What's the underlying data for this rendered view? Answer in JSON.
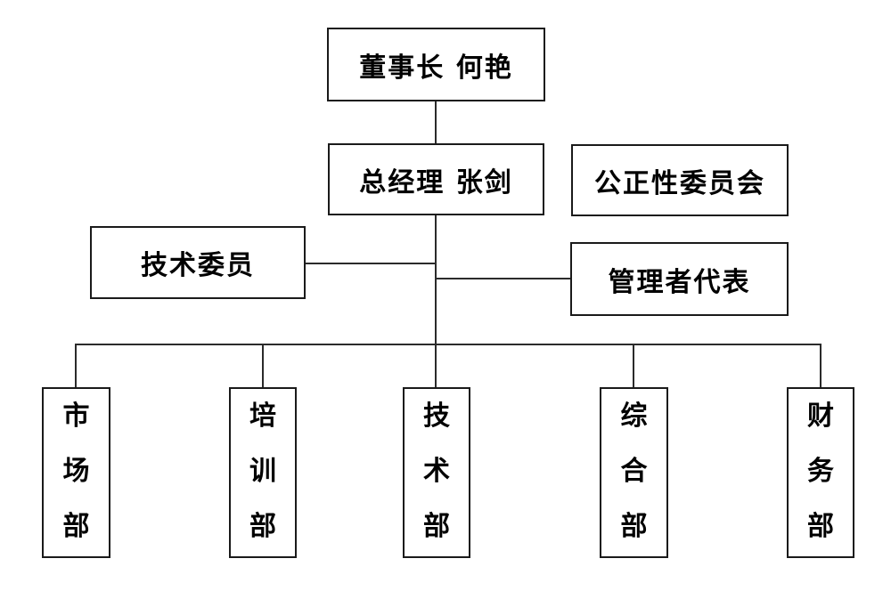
{
  "org_chart": {
    "nodes": {
      "chairman": {
        "label": "董事长 何艳",
        "role": "chairman"
      },
      "general_manager": {
        "label": "总经理 张剑",
        "role": "general-manager"
      },
      "impartiality_committee": {
        "label": "公正性委员会",
        "role": "impartiality-committee"
      },
      "technical_committee": {
        "label": "技术委员",
        "role": "technical-committee"
      },
      "management_representative": {
        "label": "管理者代表",
        "role": "management-representative"
      },
      "departments": [
        {
          "label": "市场部",
          "chars": [
            "市",
            "场",
            "部"
          ]
        },
        {
          "label": "培训部",
          "chars": [
            "培",
            "训",
            "部"
          ]
        },
        {
          "label": "技术部",
          "chars": [
            "技",
            "术",
            "部"
          ]
        },
        {
          "label": "综合部",
          "chars": [
            "综",
            "合",
            "部"
          ]
        },
        {
          "label": "财务部",
          "chars": [
            "财",
            "务",
            "部"
          ]
        }
      ]
    },
    "edges": [
      "chairman -> general_manager",
      "general_manager -> technical_committee",
      "general_manager -> management_representative",
      "general_manager -> departments (all five)"
    ],
    "colors": {
      "background": "#ffffff",
      "line": "#2b2b2b",
      "border": "#1a1a1a",
      "text": "#000000"
    }
  }
}
